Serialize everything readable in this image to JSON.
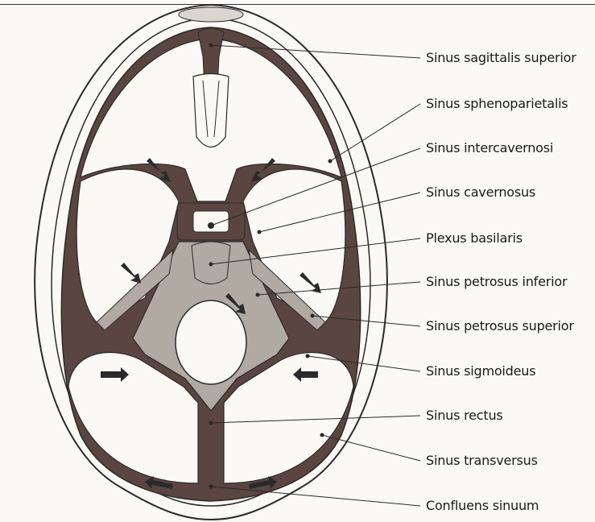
{
  "labels": [
    {
      "id": "sagittalis",
      "text": "Sinus sagittalis superior"
    },
    {
      "id": "sphenoparietalis",
      "text": "Sinus sphenoparietalis"
    },
    {
      "id": "intercavernosi",
      "text": "Sinus intercavernosi"
    },
    {
      "id": "cavernosus",
      "text": "Sinus cavernosus"
    },
    {
      "id": "basilaris",
      "text": "Plexus basilaris"
    },
    {
      "id": "petrosus_inferior",
      "text": "Sinus petrosus inferior"
    },
    {
      "id": "petrosus_superior",
      "text": "Sinus petrosus superior"
    },
    {
      "id": "sigmoideus",
      "text": "Sinus sigmoideus"
    },
    {
      "id": "rectus",
      "text": "Sinus rectus"
    },
    {
      "id": "transversus",
      "text": "Sinus transversus"
    },
    {
      "id": "confluens",
      "text": "Confluens sinuum"
    }
  ],
  "colors": {
    "sinus": "#5a4540",
    "bone": "#b1aaa3",
    "paper": "#fbf9f3",
    "line": "#2a2a2a"
  }
}
